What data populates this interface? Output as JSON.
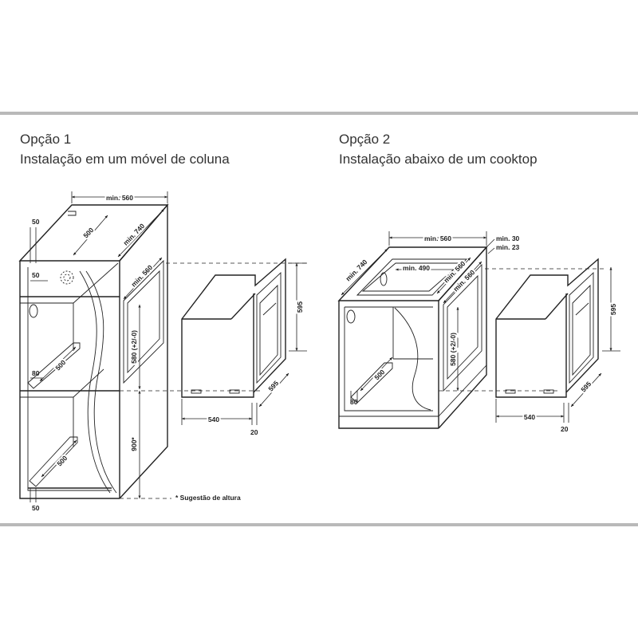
{
  "option1": {
    "title": "Opção 1",
    "subtitle": "Instalação em um móvel de coluna",
    "dims": {
      "top_width": "min. 560",
      "top_depth": "min. 740",
      "inner_depth": "500",
      "side_width": "min. 560",
      "left_top": "50",
      "left_vent": "50",
      "left_shelf": "80",
      "shelf_depth": "500",
      "lower_depth": "500",
      "bottom": "50",
      "height_cavity": "580 (+2/-0)",
      "height_base": "900*",
      "oven_height": "595",
      "oven_depth": "595",
      "oven_width": "540",
      "oven_gap": "20"
    },
    "footnote": "* Sugestão de altura"
  },
  "option2": {
    "title": "Opção 2",
    "subtitle": "Instalação abaixo de um cooktop",
    "dims": {
      "top_width": "min. 560",
      "gap_top": "min. 30",
      "gap_side": "min. 23",
      "depth": "min. 740",
      "cutout": "min. 490",
      "cutout_width": "min. 560",
      "side_width": "min. 560",
      "height_cavity": "580 (+2/-0)",
      "inner_depth": "500",
      "bottom": "80",
      "oven_height": "595",
      "oven_depth": "595",
      "oven_width": "540",
      "oven_gap": "20"
    }
  }
}
